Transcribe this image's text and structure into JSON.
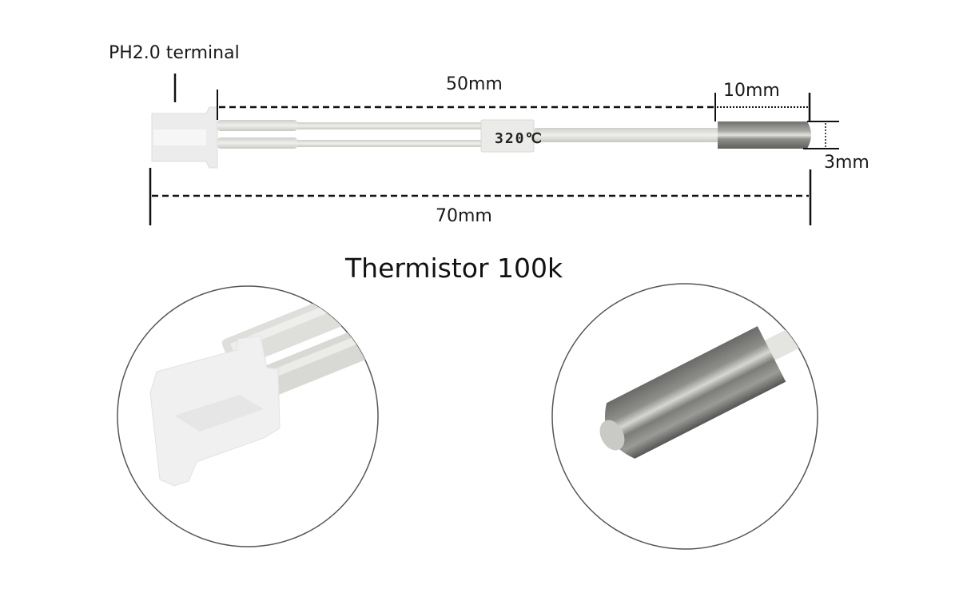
{
  "diagram": {
    "title": "Thermistor 100k",
    "labels": {
      "terminal": "PH2.0 terminal",
      "wire_length": "50mm",
      "probe_length": "10mm",
      "probe_diameter": "3mm",
      "total_length": "70mm",
      "sleeve_marking": "320℃"
    },
    "detail_views": [
      {
        "name": "connector-closeup",
        "subject": "PH2.0 connector with wires"
      },
      {
        "name": "probe-closeup",
        "subject": "stainless steel probe tip"
      }
    ],
    "colors": {
      "line": "#111111",
      "connector": "#eeeeee",
      "wire": "#dcdcd6",
      "probe": "#8a8a88",
      "circle": "#555555"
    }
  }
}
